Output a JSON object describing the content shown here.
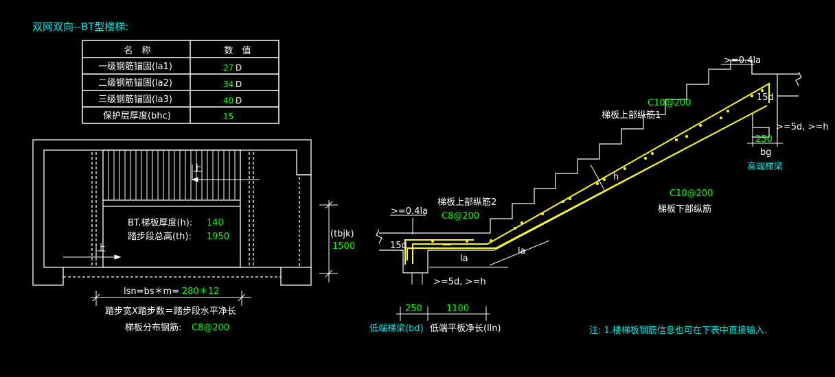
{
  "title": "双网双向--BT型楼梯:",
  "table": {
    "header": [
      "名　称",
      "数　值"
    ],
    "rows": [
      {
        "name": "一级钢筋锚固(la1)",
        "value": "27",
        "unit": "D"
      },
      {
        "name": "二级钢筋锚固(la2)",
        "value": "34",
        "unit": "D"
      },
      {
        "name": "三级钢筋锚固(la3)",
        "value": "40",
        "unit": "D"
      },
      {
        "name": "保护层厚度(bhc)",
        "value": "15",
        "unit": ""
      }
    ]
  },
  "plan": {
    "up_label": "上",
    "thickness_label": "BT.梯板厚度(h):",
    "thickness_value": "140",
    "height_label": "踏步段总高(th):",
    "height_value": "1950",
    "tbjk_label": "(tbjk)",
    "tbjk_value": "1500",
    "lsn_label": "lsn=bs＊m=",
    "lsn_value": "280＊12",
    "lsn_desc": "踏步宽X踏步数＝踏步段水平净长",
    "dist_label": "梯板分布钢筋:",
    "dist_value": "C8@200"
  },
  "section": {
    "top_anchor": ">=0.4la",
    "top_15d": "15d",
    "top_5d": ">=5d, >=h",
    "high_beam_value": "250",
    "high_beam_code": "bg",
    "high_beam_label": "高端梯梁",
    "upper_rebar1_spec": "C10@200",
    "upper_rebar1_label": "梯板上部纵筋1",
    "h_label": "h",
    "lower_rebar_spec": "C10@200",
    "lower_rebar_label": "梯板下部纵筋",
    "upper_rebar2_label": "梯板上部纵筋2",
    "upper_rebar2_spec": "C8@200",
    "bottom_anchor": ">=0.4la",
    "bottom_15d": "15d",
    "bottom_5d": ">=5d, >=h",
    "la1": "la",
    "la2": "la",
    "low_beam_value": "250",
    "low_platform_value": "1100",
    "low_beam_label": "低端梯梁(bd)",
    "low_platform_label": "低端平板净长(lln)"
  },
  "note": "注: 1.楼梯板钢筋信息也可在下表中直接输入.",
  "colors": {
    "background": "#000000",
    "line": "#ffffff",
    "value": "#00ff00",
    "cyan": "#00e5e5",
    "rebar": "#ffff00"
  }
}
